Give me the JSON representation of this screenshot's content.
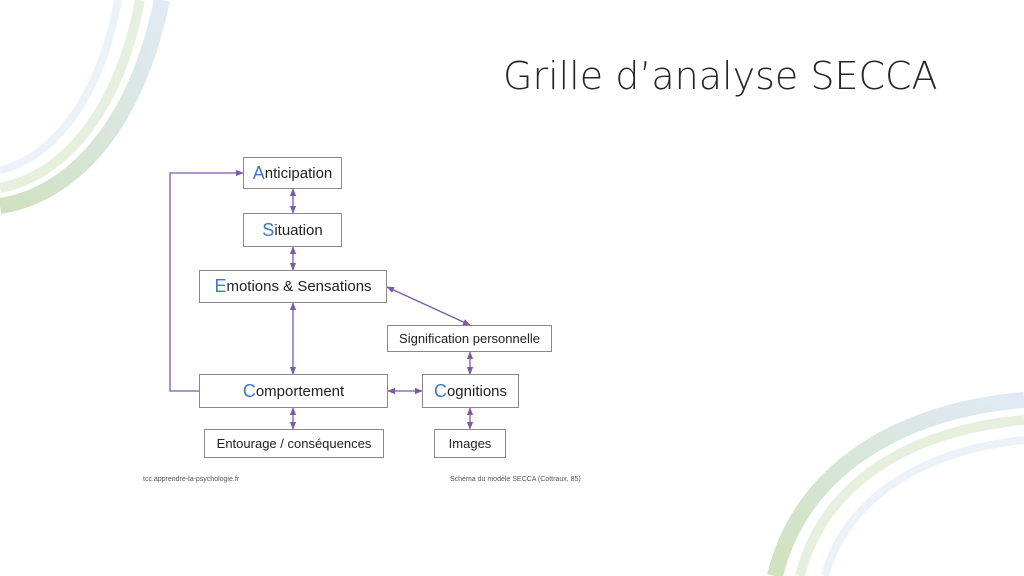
{
  "slide": {
    "title": "Grille d’analyse SECCA"
  },
  "diagram": {
    "nodes": {
      "anticipation": {
        "initial": "A",
        "rest": "nticipation"
      },
      "situation": {
        "initial": "S",
        "rest": "ituation"
      },
      "emotions": {
        "initial": "E",
        "rest": "motions & Sensations"
      },
      "signification": {
        "label": "Signification personnelle"
      },
      "comportement": {
        "initial": "C",
        "rest": "omportement"
      },
      "cognitions": {
        "initial": "C",
        "rest": "ognitions"
      },
      "entourage": {
        "label": "Entourage / conséquences"
      },
      "images": {
        "label": "Images"
      }
    },
    "source_left": "tcc.apprendre-la-psychologie.fr",
    "source_right": "Schéma du modèle SECCA (Cottraux, 85)"
  },
  "colors": {
    "accent_letter": "#3f79c4",
    "arrow": "#7d5aa6",
    "deco_green": "#a9c98a",
    "deco_blue": "#bcd3ea"
  }
}
